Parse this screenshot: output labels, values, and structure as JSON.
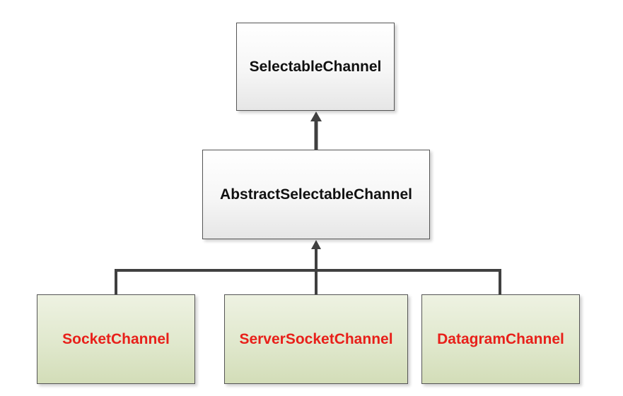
{
  "diagram": {
    "root": {
      "label": "SelectableChannel"
    },
    "middle": {
      "label": "AbstractSelectableChannel"
    },
    "children": [
      {
        "label": "SocketChannel"
      },
      {
        "label": "ServerSocketChannel"
      },
      {
        "label": "DatagramChannel"
      }
    ],
    "colors": {
      "connector": "#404040",
      "child_text": "#e8201a",
      "parent_text": "#111111",
      "child_fill": "#dfe7cb",
      "parent_fill": "#f4f4f4"
    }
  }
}
